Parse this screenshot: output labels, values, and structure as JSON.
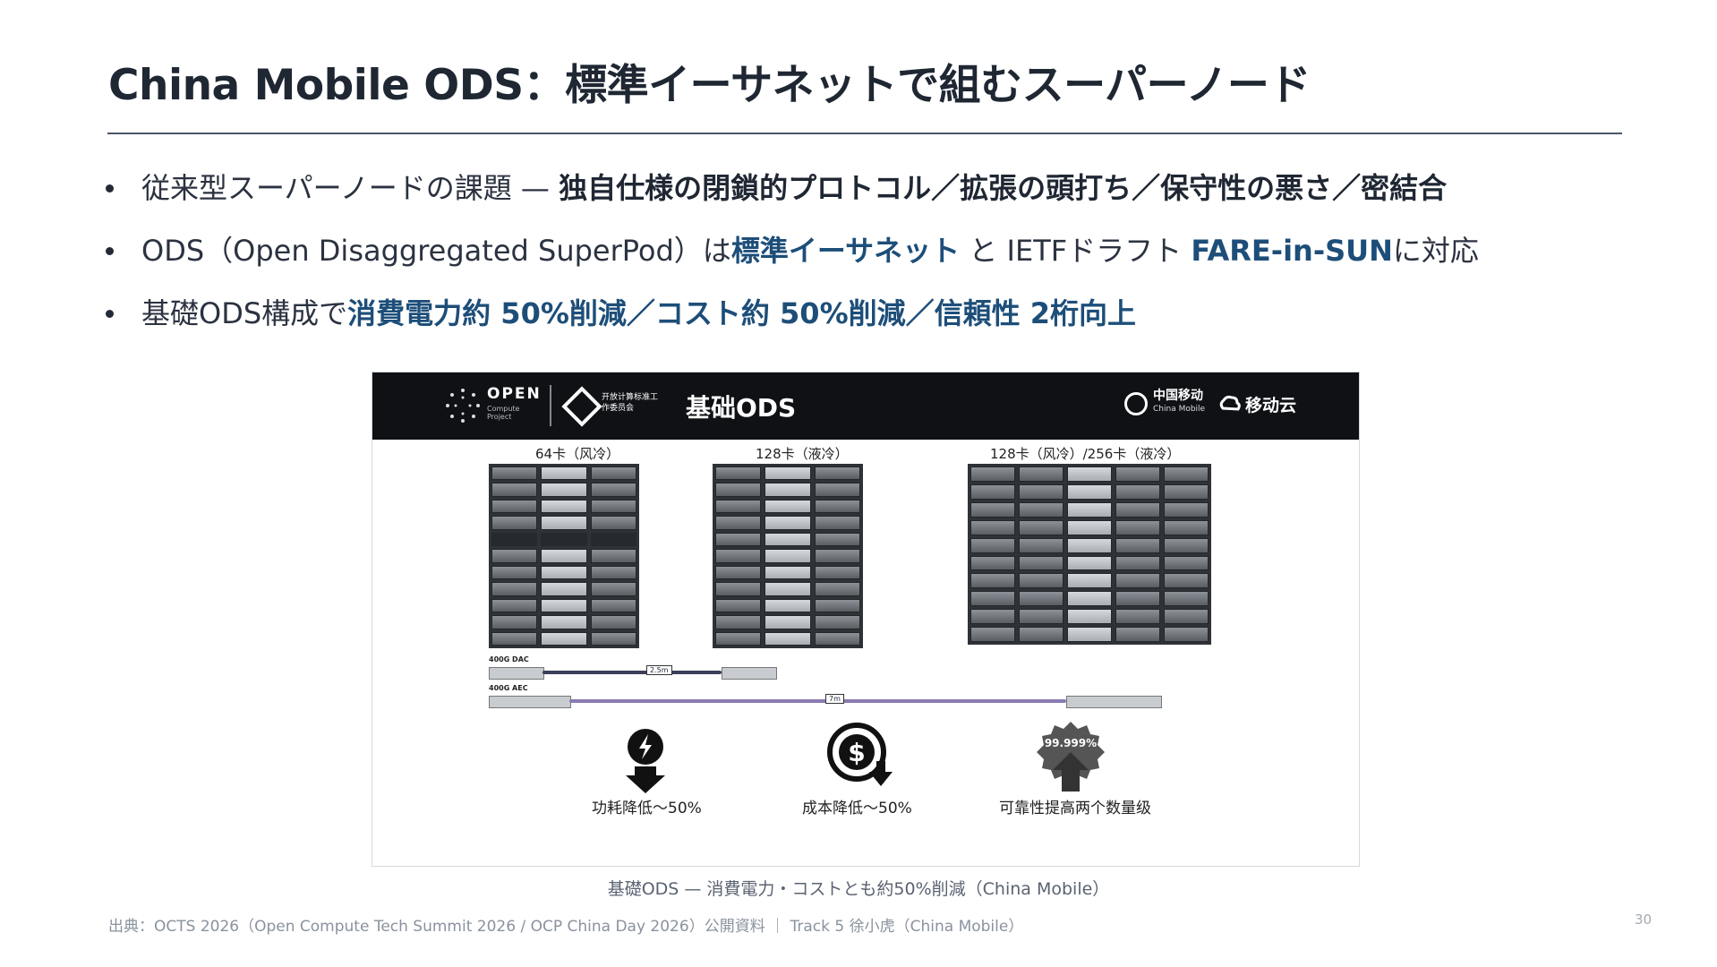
{
  "slide": {
    "title": "China Mobile ODS：標準イーサネットで組むスーパーノード",
    "bullets": [
      {
        "prefix": "従来型スーパーノードの課題 — ",
        "emphasis": "独自仕様の閉鎖的プロトコル／拡張の頭打ち／保守性の悪さ／密結合"
      },
      {
        "prefix": "ODS（Open Disaggregated SuperPod）は",
        "emphasis1": "標準イーサネット",
        "middle": " と IETFドラフト ",
        "emphasis2": "FARE-in-SUN",
        "suffix": "に対応"
      },
      {
        "prefix": "基礎ODS構成で",
        "emphasis": "消費電力約 50%削減／コスト約 50%削減／信頼性  2桁向上"
      }
    ],
    "caption": "基礎ODS — 消費電力・コストとも約50%削減（China Mobile）",
    "source": "出典：OCTS 2026（Open Compute Tech Summit 2026 / OCP China Day 2026）公開資料 ｜ Track 5 徐小虎（China Mobile）",
    "page_number": "30"
  },
  "figure": {
    "header": {
      "ocp_name": "OPEN",
      "ocp_sub": "Compute Project",
      "org_cn": "开放计算标准工作委员会",
      "title": "基础ODS",
      "cm_name": "中国移动",
      "cm_sub": "China Mobile",
      "cloud_name": "移动云"
    },
    "racks": [
      {
        "label": "64卡（风冷）"
      },
      {
        "label": "128卡（液冷）"
      },
      {
        "label": "128卡（风冷）/256卡（液冷）"
      }
    ],
    "cables": [
      {
        "label": "400G DAC",
        "length": "2.5m"
      },
      {
        "label": "400G AEC",
        "length": "7m"
      }
    ],
    "kpis": [
      {
        "label": "功耗降低～50%",
        "icon": "power-down-icon"
      },
      {
        "label": "成本降低～50%",
        "icon": "cost-down-icon"
      },
      {
        "label": "可靠性提高两个数量级",
        "icon": "reliability-up-icon",
        "badge": "99.999%"
      }
    ]
  }
}
